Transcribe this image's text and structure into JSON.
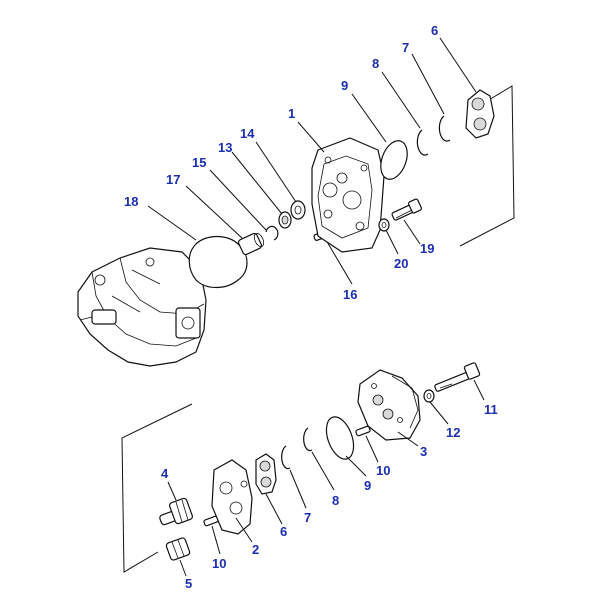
{
  "diagram": {
    "callouts": {
      "c1": "1",
      "c2": "2",
      "c3": "3",
      "c4": "4",
      "c5": "5",
      "c6a": "6",
      "c6b": "6",
      "c7a": "7",
      "c7b": "7",
      "c8a": "8",
      "c8b": "8",
      "c9a": "9",
      "c9b": "9",
      "c10a": "10",
      "c10b": "10",
      "c11": "11",
      "c12": "12",
      "c13": "13",
      "c14": "14",
      "c15": "15",
      "c16": "16",
      "c17": "17",
      "c18": "18",
      "c19": "19",
      "c20": "20"
    },
    "label_color": "#1a2fb0"
  }
}
